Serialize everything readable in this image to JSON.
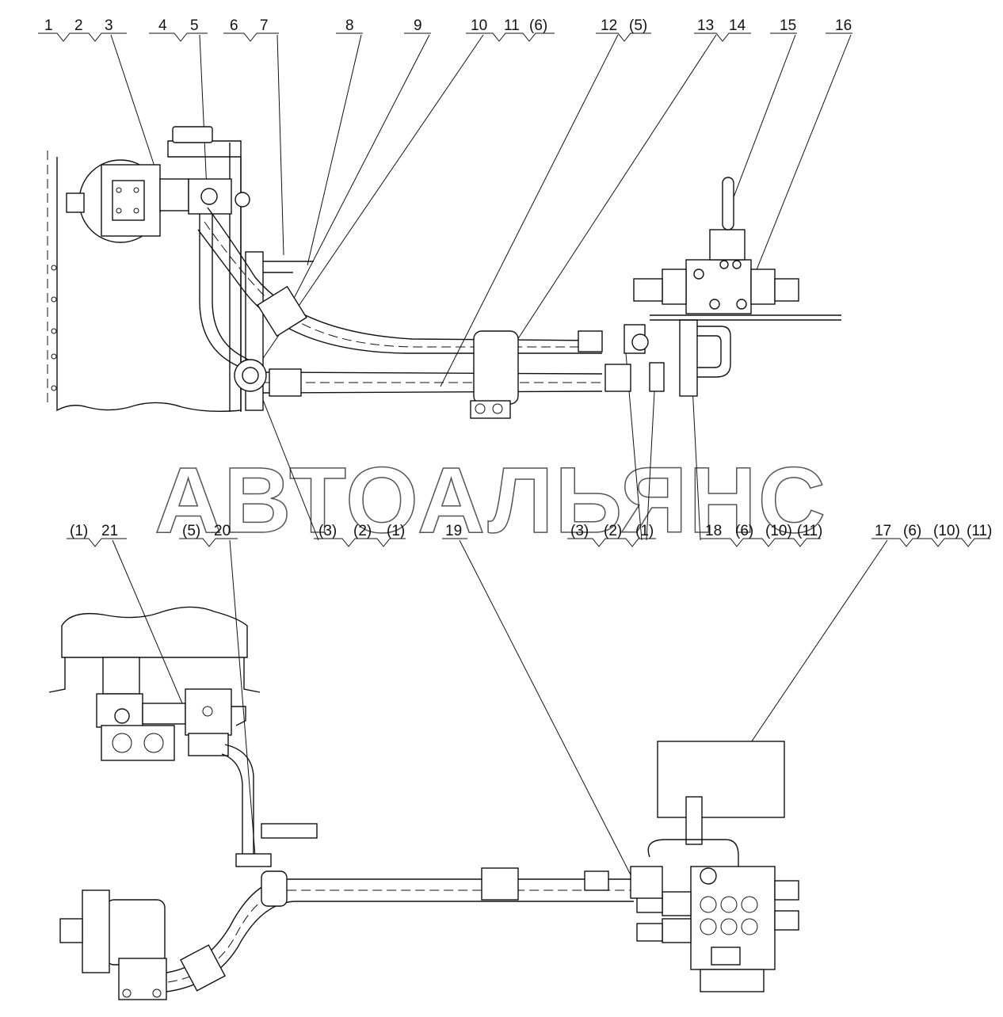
{
  "watermark": "АВТОАЛЬЯНС",
  "callouts_top": [
    {
      "id": "c-1-2-3",
      "labels": [
        "1",
        "2",
        "3"
      ]
    },
    {
      "id": "c-4-5",
      "labels": [
        "4",
        "5"
      ]
    },
    {
      "id": "c-6-7",
      "labels": [
        "6",
        "7"
      ]
    },
    {
      "id": "c-8",
      "labels": [
        "8"
      ]
    },
    {
      "id": "c-9",
      "labels": [
        "9"
      ]
    },
    {
      "id": "c-10-11-6",
      "labels": [
        "10",
        "11",
        "(6)"
      ]
    },
    {
      "id": "c-12-5",
      "labels": [
        "12",
        "(5)"
      ]
    },
    {
      "id": "c-13-14",
      "labels": [
        "13",
        "14"
      ]
    },
    {
      "id": "c-15",
      "labels": [
        "15"
      ]
    },
    {
      "id": "c-16",
      "labels": [
        "16"
      ]
    }
  ],
  "callouts_mid": [
    {
      "id": "c-1-21",
      "labels": [
        "(1)",
        "21"
      ]
    },
    {
      "id": "c-5-20",
      "labels": [
        "(5)",
        "20"
      ]
    },
    {
      "id": "c-3-2-1-a",
      "labels": [
        "(3)",
        "(2)",
        "(1)"
      ]
    },
    {
      "id": "c-19",
      "labels": [
        "19"
      ]
    },
    {
      "id": "c-3-2-1-b",
      "labels": [
        "(3)",
        "(2)",
        "(1)"
      ]
    },
    {
      "id": "c-18-6-10-11",
      "labels": [
        "18",
        "(6)",
        "(10)",
        "(11)"
      ]
    },
    {
      "id": "c-17-6-10-11",
      "labels": [
        "17",
        "(6)",
        "(10)",
        "(11)"
      ]
    }
  ]
}
